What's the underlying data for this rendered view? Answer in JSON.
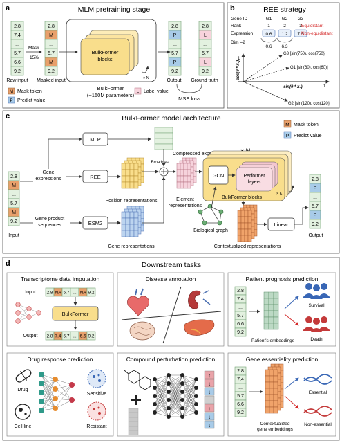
{
  "panel_a": {
    "letter": "a",
    "title": "MLM pretraining stage",
    "raw_input_label": "Raw input",
    "masked_input_label": "Masked input",
    "mask_label": "Mask",
    "mask_pct": "15%",
    "raw_values": [
      "2.8",
      "7.4",
      "...",
      "5.7",
      "6.6",
      "9.2"
    ],
    "masked_values": [
      "2.8",
      "M",
      "...",
      "5.7",
      "M",
      "9.2"
    ],
    "output_values": [
      "2.8",
      "P",
      "...",
      "5.7",
      "P",
      "9.2"
    ],
    "truth_values": [
      "2.8",
      "L",
      "...",
      "5.7",
      "L",
      "9.2"
    ],
    "block_line1": "BulkFormer",
    "block_line2": "blocks",
    "times_n": "× N",
    "model_name": "BulkFormer",
    "model_params": "(~150M parameters)",
    "output_label": "Output",
    "truth_label": "Ground truth",
    "loss_label": "MSE loss",
    "legend": {
      "m": "M",
      "m_label": "Mask token",
      "p": "P",
      "p_label": "Predict value",
      "l": "L",
      "l_label": "Label value"
    }
  },
  "panel_b": {
    "letter": "b",
    "title": "REE strategy",
    "gene_id_label": "Gene ID",
    "rank_label": "Rank",
    "expression_label": "Expression",
    "genes": [
      "G1",
      "G2",
      "G3"
    ],
    "ranks": [
      "1",
      "2",
      "3"
    ],
    "expressions": [
      "0.6",
      "1.2",
      "7.5"
    ],
    "equidistant": "Equidistant",
    "non_equidistant": "Non-equidistant",
    "diff1": "0.6",
    "diff2": "6.3",
    "dim_label": "Dim =2",
    "axis_x_label": "sin(θ * x₀)",
    "axis_y_label": "cos(θ * x₀)",
    "axis_y_tick": "1",
    "axis_x_tick": "1",
    "g1_label": "G1  [sin(60), cos(60)]",
    "g2_label": "G2  [sin(120), cos(120)]",
    "g3_label": "G3  [sin(750), cos(750)]"
  },
  "panel_c": {
    "letter": "c",
    "title": "BulkFormer model architecture",
    "legend_m": "M",
    "legend_m_label": "Mask token",
    "legend_p": "P",
    "legend_p_label": "Predict value",
    "input_values": [
      "2.8",
      "M",
      "...",
      "5.7",
      "M",
      "9.2"
    ],
    "input_label": "Input",
    "gene_expr_line1": "Gene",
    "gene_expr_line2": "expressions",
    "gene_prod_line1": "Gene product",
    "gene_prod_line2": "sequences",
    "mlp_label": "MLP",
    "ree_label": "REE",
    "esm_label": "ESM2",
    "compressed_label": "Compressed expression representations",
    "broadcast_label": "Broadcast",
    "position_label": "Position representations",
    "gene_repr_label": "Gene representations",
    "element_line1": "Element",
    "element_line2": "representations",
    "gcn_label": "GCN",
    "performer_line1": "Performer",
    "performer_line2": "layers",
    "times_k": "× K",
    "times_n": "× N",
    "blocks_label": "BulkFormer blocks",
    "graph_label": "Biological graph",
    "context_label": "Contextualized representations",
    "linear_label": "Linear",
    "output_values": [
      "2.8",
      "P",
      "...",
      "5.7",
      "P",
      "9.2"
    ],
    "output_label": "Output"
  },
  "panel_d": {
    "letter": "d",
    "title": "Downstream tasks",
    "imputation": {
      "title": "Transcriptome data imputation",
      "input_label": "Input",
      "output_label": "Output",
      "input_cells": [
        "2.8",
        "NA",
        "5.7",
        "...",
        "NA",
        "9.2"
      ],
      "output_cells": [
        "2.8",
        "7.4",
        "5.7",
        "...",
        "6.6",
        "9.2"
      ],
      "model_label": "BulkFormer"
    },
    "disease": {
      "title": "Disease annotation"
    },
    "prognosis": {
      "title": "Patient prognosis prediction",
      "values": [
        "2.8",
        "7.4",
        "...",
        "5.7",
        "6.6",
        "9.2"
      ],
      "embed_label": "Patient's embeddings",
      "survival_label": "Survival",
      "death_label": "Death"
    },
    "drug": {
      "title": "Drug response prediction",
      "drug_label": "Drug",
      "cell_label": "Cell line",
      "sensitive_label": "Sensitive",
      "resistant_label": "Resistant"
    },
    "compound": {
      "title": "Compound perturbation prediction"
    },
    "essentiality": {
      "title": "Gene essentiality prediction",
      "values": [
        "2.8",
        "7.4",
        "...",
        "5.7",
        "6.6",
        "9.2"
      ],
      "embed_line1": "Contextualized",
      "embed_line2": "gene embeddings",
      "essential_label": "Essential",
      "nonessential_label": "Non-essential"
    }
  },
  "colors": {
    "mask": "#e8a06b",
    "predict": "#a8cbe8",
    "label": "#f7d3dc",
    "cell": "#e3f1e0",
    "cell_border": "#6f9e72",
    "yellow": "#f9de8c",
    "red_text": "#d42a2a",
    "blue_dark": "#4a6fb1"
  }
}
